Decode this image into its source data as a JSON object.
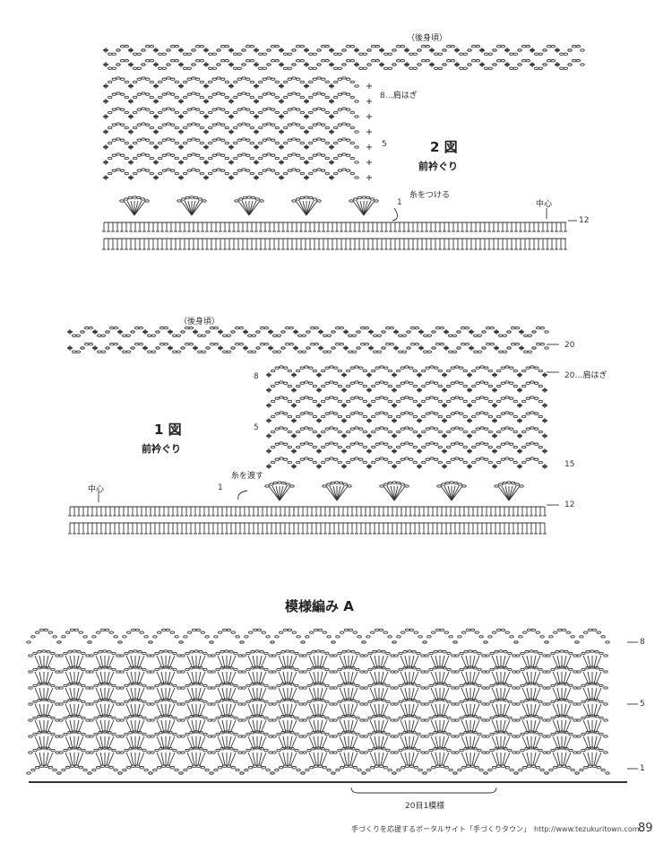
{
  "figure2": {
    "back_label": "（後身頃）",
    "title": "2 図",
    "subtitle": "前衿ぐり",
    "row_labels": {
      "r8": "8…肩はぎ",
      "r5": "5",
      "r1": "1",
      "r12": "12"
    },
    "attach_note": "糸をつける",
    "center_label": "中心"
  },
  "figure1": {
    "back_label": "（後身頃）",
    "title": "1 図",
    "subtitle": "前衿ぐり",
    "row_labels": {
      "r20": "20",
      "r20s": "20…肩はぎ",
      "r8": "8",
      "r5": "5",
      "r15": "15",
      "r1": "1",
      "r12": "12"
    },
    "pass_note": "糸を渡す",
    "center_label": "中心"
  },
  "patternA": {
    "title": "模様編み A",
    "row_labels": {
      "r8": "8",
      "r5": "5",
      "r1": "1"
    },
    "repeat_label": "20目1模様"
  },
  "footer": {
    "text": "手づくりを応援するポータルサイト「手づくりタウン」　http://www.tezukuritown.com",
    "page_number": "89"
  }
}
